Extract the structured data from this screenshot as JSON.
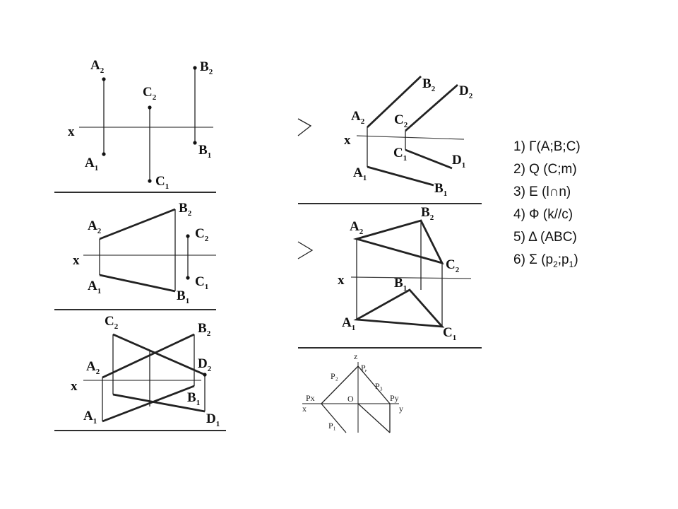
{
  "panels": {
    "p1": {
      "A": "A",
      "A2": "2",
      "A1": "1",
      "B": "B",
      "B2": "2",
      "B1": "1",
      "C": "C",
      "C2": "2",
      "C1": "1",
      "x": "x"
    },
    "p2": {
      "A": "A",
      "A2": "2",
      "A1": "1",
      "B": "B",
      "B2": "2",
      "B1": "1",
      "C": "C",
      "C2": "2",
      "C1": "1",
      "x": "x"
    },
    "p3": {
      "A": "A",
      "A2": "2",
      "A1": "1",
      "B": "B",
      "B2": "2",
      "B1": "1",
      "C": "C",
      "C2": "2",
      "D": "D",
      "D2": "2",
      "D1": "1",
      "x": "x"
    },
    "p4": {
      "A": "A",
      "A2": "2",
      "A1": "1",
      "B": "B",
      "B2": "2",
      "B1": "1",
      "C": "C",
      "C2": "2",
      "C1": "1",
      "D": "D",
      "D2": "2",
      "D1": "1",
      "x": "x"
    },
    "p5": {
      "A": "A",
      "A2": "2",
      "A1": "1",
      "B": "B",
      "B2": "2",
      "B1": "1",
      "C": "C",
      "C2": "2",
      "C1": "1",
      "x": "x"
    },
    "p6": {
      "z": "z",
      "P1": "P₁",
      "P2": "P₂",
      "P3": "P₃",
      "Pz": "P,",
      "Px": "Px",
      "Py": "Py",
      "O": "O",
      "x": "x",
      "y": "y"
    }
  },
  "legend": {
    "item1": "1) Г(A;B;C)",
    "item2": "2) Q (C;m)",
    "item3": "3) E (l∩n)",
    "item4": "4) Ф (k//c)",
    "item5": "5) Δ (ABC)",
    "item6_prefix": "6) Σ (p",
    "item6_sub1": "2",
    "item6_mid": ";p",
    "item6_sub2": "1",
    "item6_suffix": ")"
  }
}
